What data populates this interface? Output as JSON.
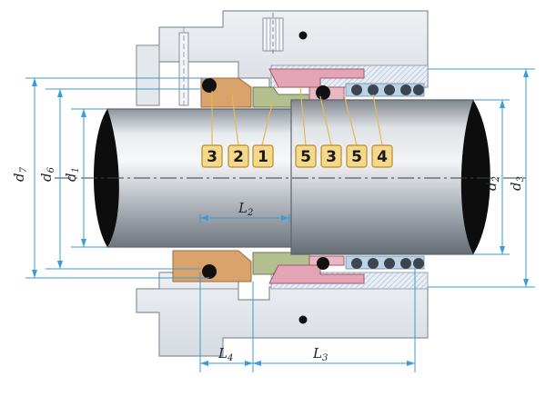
{
  "diagram": {
    "part_badges": [
      {
        "number": "3"
      },
      {
        "number": "2"
      },
      {
        "number": "1"
      },
      {
        "number": "5"
      },
      {
        "number": "3"
      },
      {
        "number": "5"
      },
      {
        "number": "4"
      }
    ],
    "dimensions": {
      "d7": {
        "base": "d",
        "sub": "7"
      },
      "d6": {
        "base": "d",
        "sub": "6"
      },
      "d1": {
        "base": "d",
        "sub": "1"
      },
      "d2": {
        "base": "d",
        "sub": "2"
      },
      "d3": {
        "base": "d",
        "sub": "3"
      },
      "L2": {
        "base": "L",
        "sub": "2"
      },
      "L3": {
        "base": "L",
        "sub": "3"
      },
      "L4": {
        "base": "L",
        "sub": "4"
      }
    },
    "colors": {
      "housing": "#dfe3e8",
      "housing_edge": "#8a929c",
      "shaft": "#c9ced4",
      "stationary_ring": "#d9a36b",
      "rotating_ring": "#b3bf8f",
      "spring_retainer": "#e3a5b6",
      "dimension_lines": "#3a9bd8",
      "badge_fill": "#f4d98a",
      "badge_stroke": "#b98b2a"
    }
  }
}
